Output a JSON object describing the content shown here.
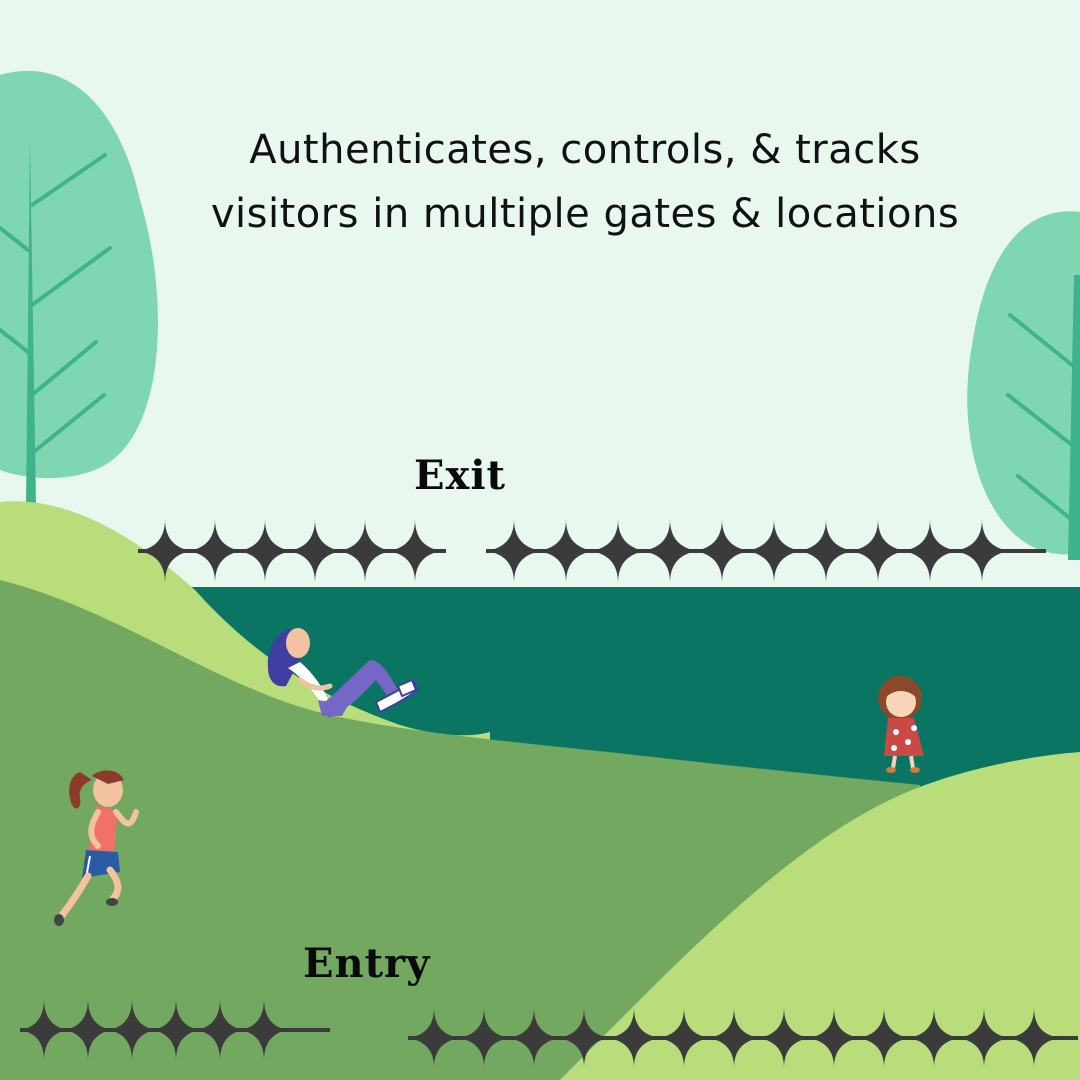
{
  "headline": {
    "line1": "Authenticates, controls, & tracks",
    "line2": "visitors in multiple gates & locations"
  },
  "gates": {
    "exit_label": "Exit",
    "entry_label": "Entry"
  },
  "colors": {
    "sky": "#e8f8ee",
    "tree_canopy": "#7fd6b2",
    "tree_trunk": "#3fb38a",
    "lake": "#0b7563",
    "hill_light": "#b8dd7a",
    "hill_mid": "#72a860",
    "barbed_wire": "#3b3b3b"
  },
  "icons": [
    "tree-icon",
    "barbed-wire-icon",
    "person-lying-icon",
    "person-running-icon",
    "girl-standing-icon"
  ]
}
